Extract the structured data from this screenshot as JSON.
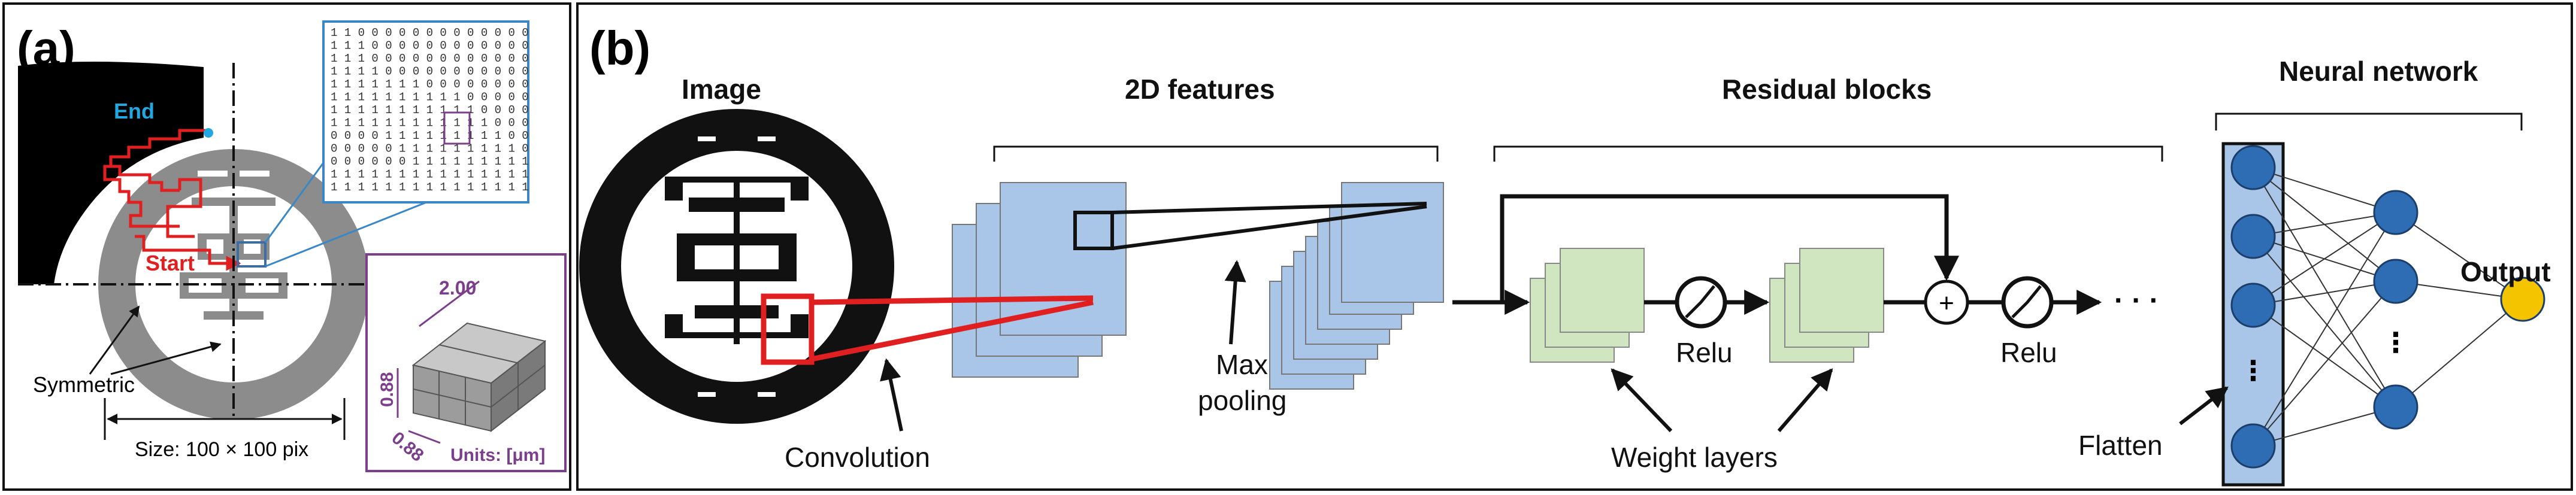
{
  "panel_a": {
    "tag": "(a)",
    "end_label": "End",
    "start_label": "Start",
    "symmetric_label": "Symmetric",
    "size_label": "Size: 100 × 100 pix",
    "cube": {
      "length_label": "2.00",
      "height_label": "0.88",
      "depth_label": "0.88",
      "units_label": "Units: [μm]"
    },
    "binary_rows": [
      "1 1 0 0 0 0 0 0 0 0 0 0 0 0 0",
      "1 1 1 0 0 0 0 0 0 0 0 0 0 0 0",
      "1 1 1 0 0 0 0 0 0 0 0 0 0 0 0",
      "1 1 1 1 0 0 0 0 0 0 0 0 0 0 0",
      "1 1 1 1 1 1 1 0 0 0 0 0 0 0 0",
      "1 1 1 1 1 1 1 1 1 1 0 0 0 0 0",
      "1 1 1 1 1 1 1 1 1 1 1 0 0 0 0",
      "1 1 1 1 1 1 1 1 1 1 1 1 0 0 0",
      "0 0 0 0 1 1 1 1 1 1 1 1 1 0 0",
      "0 0 0 0 0 1 1 1 1 1 1 1 1 1 0",
      "0 0 0 0 0 0 1 1 1 1 1 1 1 1 1",
      "1 1 1 1 1 1 1 1 1 1 1 1 1 1 1",
      "1 1 1 1 1 1 1 1 1 1 1 1 1 1 1"
    ]
  },
  "panel_b": {
    "tag": "(b)",
    "image_title": "Image",
    "features_title": "2D features",
    "residual_title": "Residual blocks",
    "nn_title": "Neural network",
    "output_label": "Output",
    "convolution_label": "Convolution",
    "max_label": "Max",
    "pooling_label": "pooling",
    "relu_label_1": "Relu",
    "relu_label_2": "Relu",
    "weight_layers_label": "Weight layers",
    "flatten_label": "Flatten",
    "plus_symbol": "+",
    "ellipsis": "· · ·"
  },
  "colors": {
    "blue_layer": "#a9c6e8",
    "green_layer": "#cfe6c1",
    "neuron_blue": "#2e6db4",
    "output_yellow": "#f5c400",
    "path_red": "#e02020",
    "end_cyan": "#22a7e0",
    "purple_frame": "#7b3f8c"
  }
}
